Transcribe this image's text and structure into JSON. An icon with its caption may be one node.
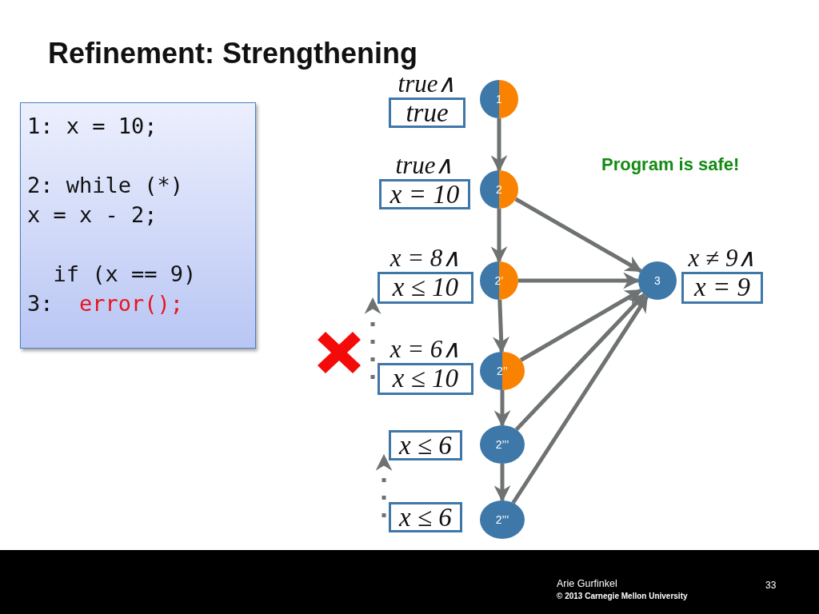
{
  "diagram": {
    "title": "Refinement: Strengthening",
    "nodes": [
      {
        "text": [
          "1: x = 10;",
          "2: while (*) x = x - 2;",
          "if (x == 9)",
          "3:",
          "error();"
        ]
      },
      {
        "text": [
          "true∧",
          "true"
        ]
      },
      {
        "text": [
          "1"
        ]
      },
      {
        "text": [
          "true∧",
          "x = 10"
        ]
      },
      {
        "text": [
          "2"
        ]
      },
      {
        "text": [
          "x = 8∧",
          "x ≤ 10"
        ]
      },
      {
        "text": [
          "2’"
        ]
      },
      {
        "text": [
          "x = 6∧",
          "x ≤ 10"
        ]
      },
      {
        "text": [
          "2’’"
        ]
      },
      {
        "text": [
          "x ≤ 6"
        ]
      },
      {
        "text": [
          "2’’’"
        ]
      },
      {
        "text": [
          "x ≤ 6"
        ]
      },
      {
        "text": [
          "2’’’"
        ]
      },
      {
        "text": [
          "3"
        ]
      },
      {
        "text": [
          "x ≠ 9∧",
          "x = 9"
        ]
      }
    ],
    "edges": [
      {
        "from": 2,
        "to": 4,
        "arrow": "to"
      },
      {
        "from": 4,
        "to": 6,
        "arrow": "to"
      },
      {
        "from": 6,
        "to": 8,
        "arrow": "to"
      },
      {
        "from": 8,
        "to": 10,
        "arrow": "to"
      },
      {
        "from": 10,
        "to": 12,
        "arrow": "to"
      },
      {
        "from": 4,
        "to": 13,
        "arrow": "to"
      },
      {
        "from": 6,
        "to": 13,
        "arrow": "to"
      },
      {
        "from": 8,
        "to": 13,
        "arrow": "to"
      },
      {
        "from": 10,
        "to": 13,
        "arrow": "to"
      },
      {
        "from": 12,
        "to": 13,
        "arrow": "to"
      },
      {
        "from": 7,
        "to": 5,
        "arrow": "to",
        "style": "dashed"
      },
      {
        "from": 11,
        "to": 9,
        "arrow": "to",
        "style": "dashed"
      }
    ],
    "labels": [
      "Program is safe!",
      "Arie Gurfinkel",
      "© 2013 Carnegie Mellon University",
      "33"
    ]
  }
}
